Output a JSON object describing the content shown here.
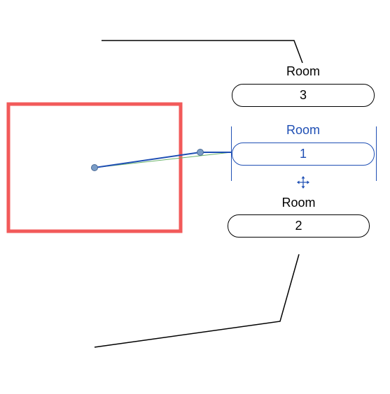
{
  "colors": {
    "room_outline": "#f25a5a",
    "selected": "#1f4fb4",
    "leader": "#000000",
    "grip": "#7a9cc6",
    "guide": "#6bb36b"
  },
  "tags": {
    "room3": {
      "label": "Room",
      "number": "3"
    },
    "room1": {
      "label": "Room",
      "number": "1"
    },
    "room2": {
      "label": "Room",
      "number": "2"
    }
  },
  "icons": {
    "move": "move-icon",
    "grip": "grip-icon"
  }
}
